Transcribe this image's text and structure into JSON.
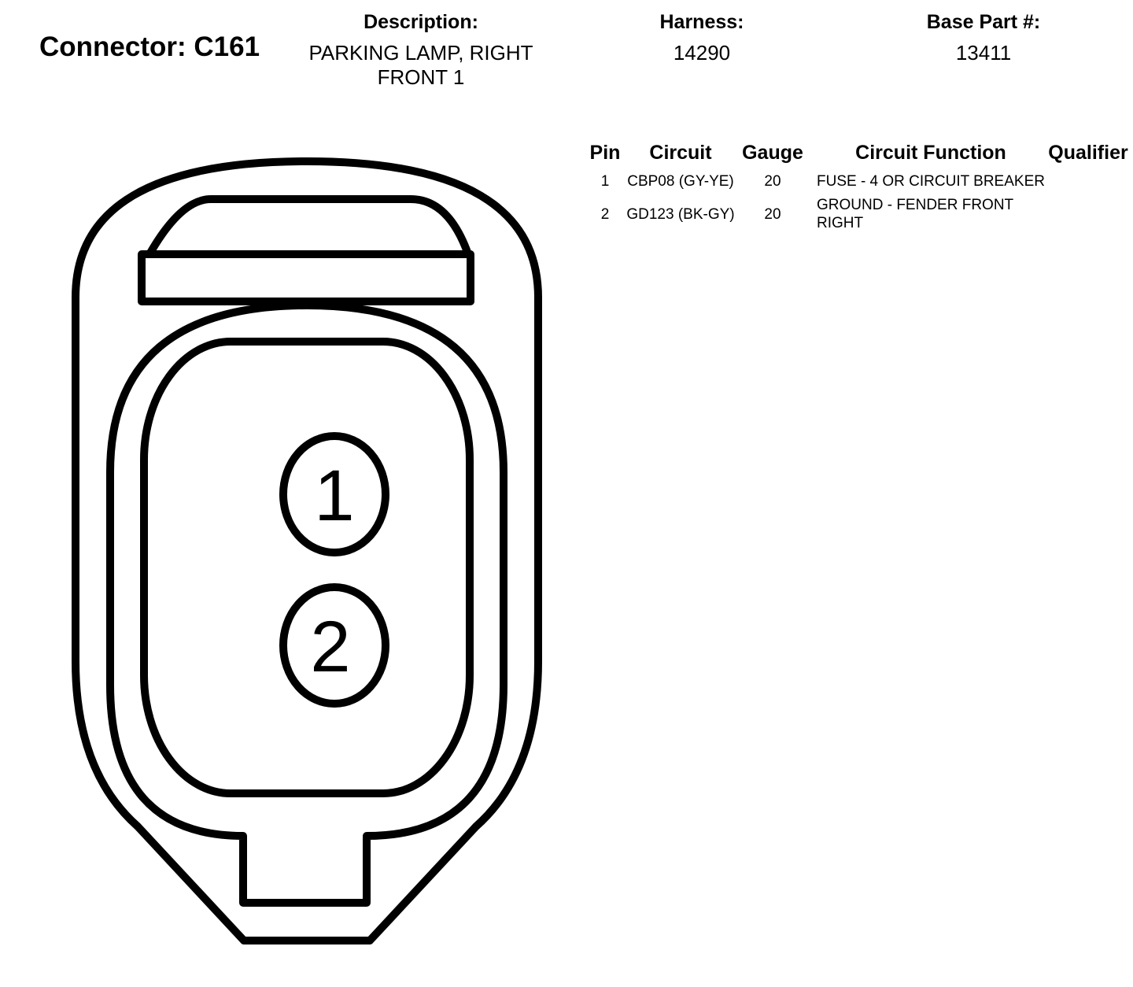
{
  "header": {
    "connector_title": "Connector: C161",
    "description_label": "Description:",
    "description_value": "PARKING LAMP, RIGHT FRONT 1",
    "harness_label": "Harness:",
    "harness_value": "14290",
    "base_part_label": "Base Part #:",
    "base_part_value": "13411"
  },
  "pin_table": {
    "columns": [
      "Pin",
      "Circuit",
      "Gauge",
      "Circuit Function",
      "Qualifier"
    ],
    "rows": [
      {
        "pin": "1",
        "circuit": "CBP08 (GY-YE)",
        "gauge": "20",
        "function": "FUSE - 4 OR CIRCUIT BREAKER",
        "qualifier": ""
      },
      {
        "pin": "2",
        "circuit": "GD123 (BK-GY)",
        "gauge": "20",
        "function": "GROUND - FENDER FRONT RIGHT",
        "qualifier": ""
      }
    ]
  },
  "diagram": {
    "pin_labels": [
      "1",
      "2"
    ],
    "stroke_color": "#000000",
    "fill_color": "#ffffff"
  }
}
